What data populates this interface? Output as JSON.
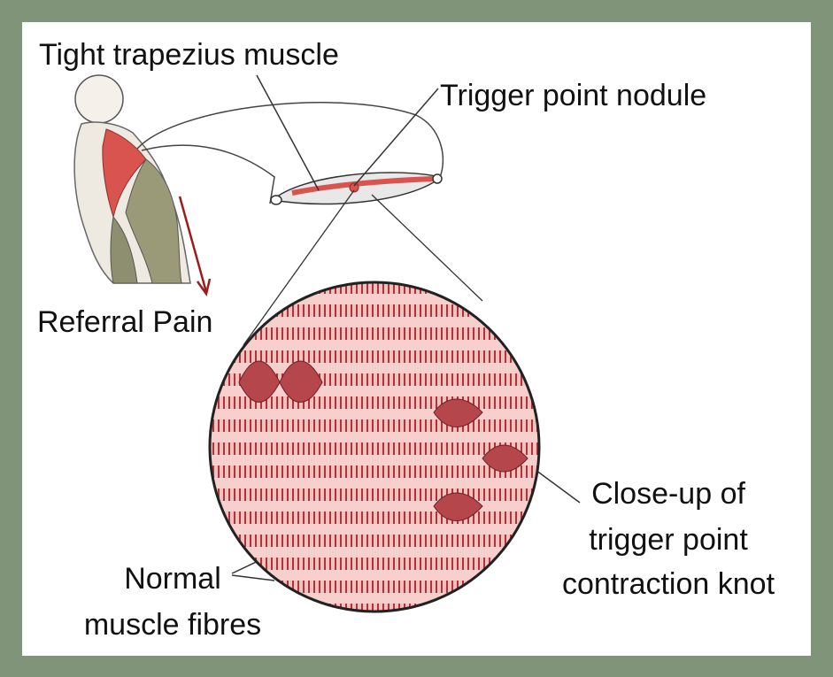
{
  "labels": {
    "tight_trapezius": "Tight trapezius muscle",
    "trigger_point_nodule": "Trigger point nodule",
    "referral_pain": "Referral Pain",
    "normal_fibres_line1": "Normal",
    "normal_fibres_line2": "muscle fibres",
    "closeup_line1": "Close-up of",
    "closeup_line2": "trigger point",
    "closeup_line3": "contraction knot"
  },
  "colors": {
    "frame": "#7f9478",
    "panel": "#ffffff",
    "muscle_red": "#d9534f",
    "fibre_light": "#f2b8b6",
    "fibre_dark": "#b5474c",
    "arrow": "#9b1c1c",
    "outline": "#222222"
  },
  "icons": {
    "body_figure": "human-back-shoulder-illustration",
    "muscle_closeup": "muscle-fibre-magnified-circle"
  }
}
